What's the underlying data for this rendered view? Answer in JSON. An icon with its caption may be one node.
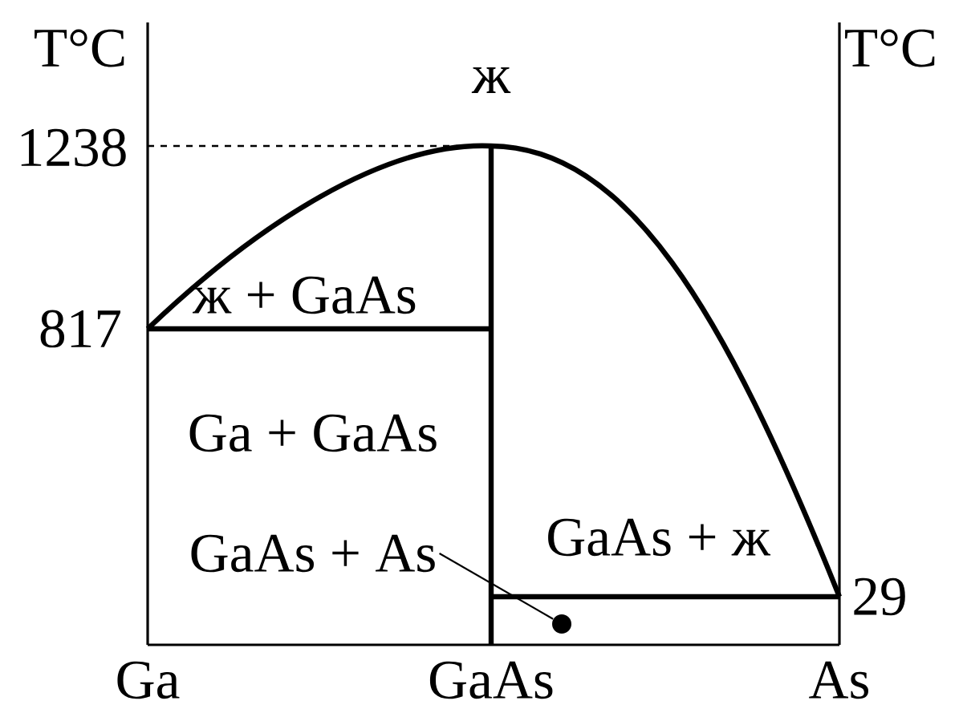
{
  "diagram": {
    "nodes": [
      {
        "text": [
          "GaAs + As"
        ]
      },
      {
        "text": [],
        "shape": "circle"
      }
    ],
    "edges": [
      {
        "from": 0,
        "to": 1,
        "arrow": "none"
      }
    ],
    "labels": [
      "T°C",
      "T°C",
      "ж",
      "1238",
      "ж + GaAs",
      "817",
      "Ga + GaAs",
      "GaAs + ж",
      "29",
      "Ga",
      "GaAs",
      "As"
    ]
  }
}
